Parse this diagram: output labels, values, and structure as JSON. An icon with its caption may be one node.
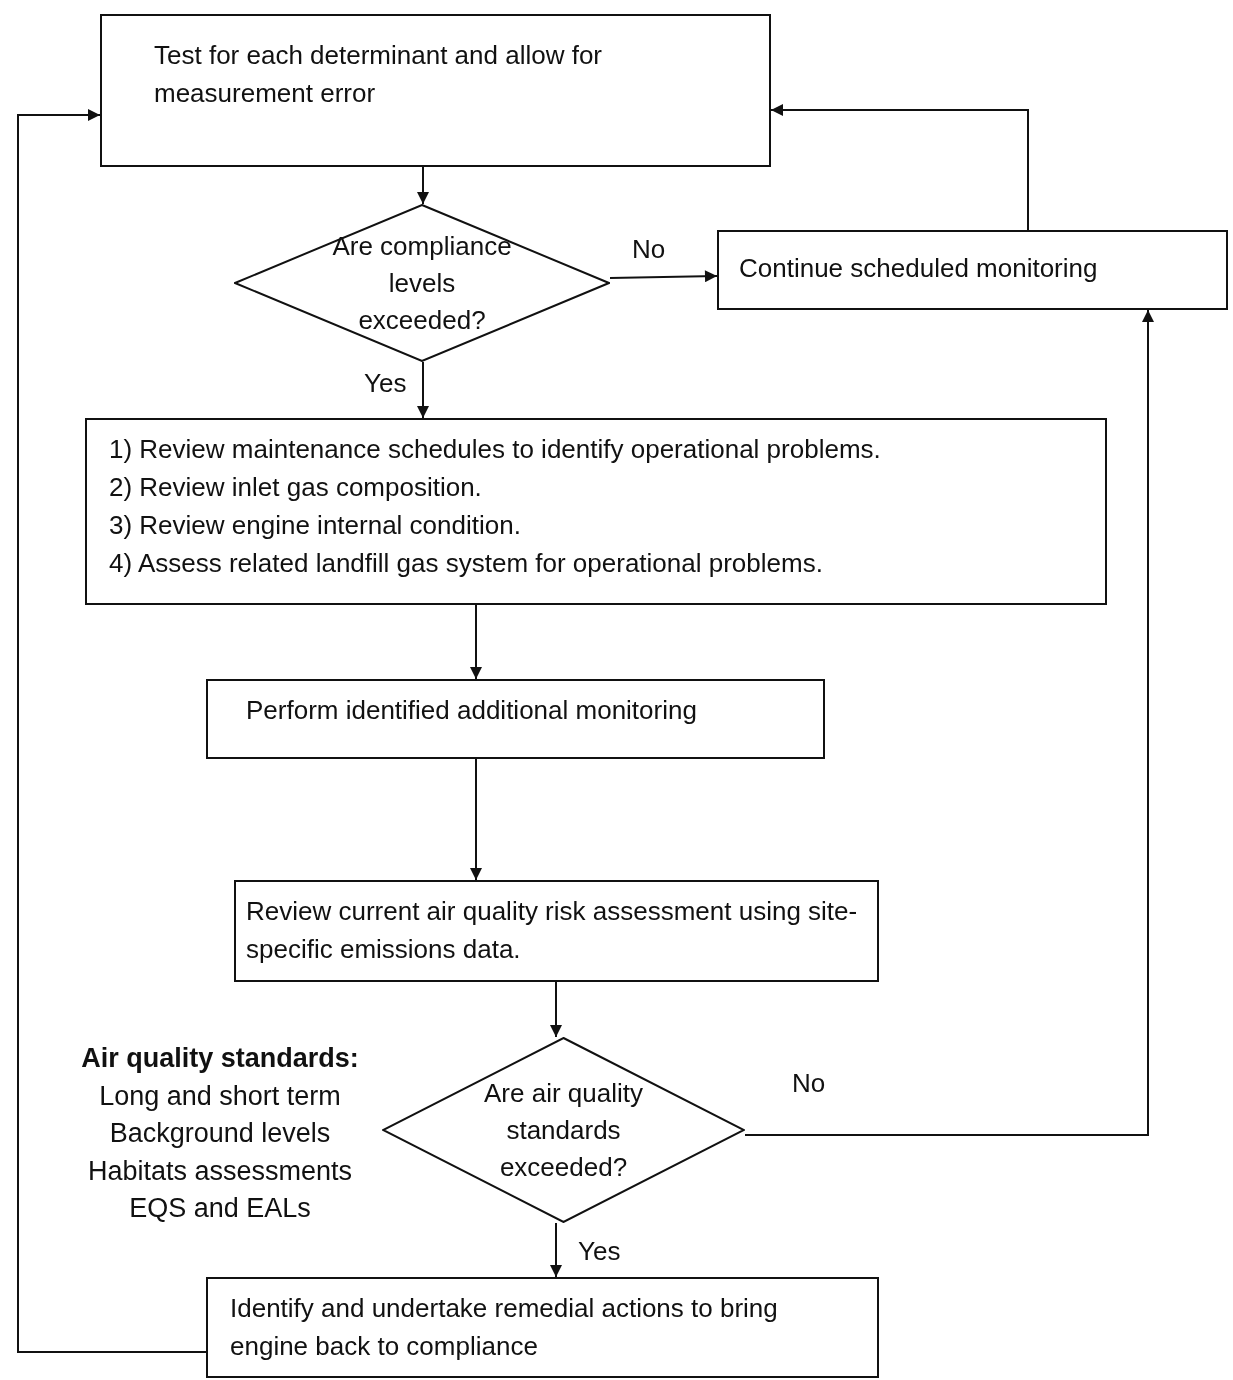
{
  "diagram": {
    "nodes": [
      {
        "text": [
          "Test for each determinant and allow for measurement error"
        ]
      },
      {
        "text": [
          "Are compliance levels exceeded?"
        ]
      },
      {
        "text": [
          "Continue scheduled monitoring"
        ]
      },
      {
        "text": [
          "1) Review maintenance schedules to identify operational problems.",
          "2) Review inlet gas composition.",
          "3) Review engine internal condition.",
          "4) Assess related landfill gas system for operational problems."
        ]
      },
      {
        "text": [
          "Perform identified additional monitoring"
        ]
      },
      {
        "text": [
          "Review current air quality risk assessment using site-specific emissions data."
        ]
      },
      {
        "text": [
          "Are air quality standards exceeded?"
        ]
      },
      {
        "text": [
          "Identify and undertake remedial actions to bring engine back to compliance"
        ]
      }
    ],
    "edges": [
      {
        "from": 0,
        "to": 1,
        "arrow": "to"
      },
      {
        "from": 1,
        "to": 2,
        "arrow": "to",
        "label": "No"
      },
      {
        "from": 1,
        "to": 3,
        "arrow": "to",
        "label": "Yes"
      },
      {
        "from": 2,
        "to": 0,
        "arrow": "to"
      },
      {
        "from": 3,
        "to": 4,
        "arrow": "to"
      },
      {
        "from": 4,
        "to": 5,
        "arrow": "to"
      },
      {
        "from": 5,
        "to": 6,
        "arrow": "to"
      },
      {
        "from": 6,
        "to": 2,
        "arrow": "to",
        "label": "No"
      },
      {
        "from": 6,
        "to": 7,
        "arrow": "to",
        "label": "Yes"
      },
      {
        "from": 7,
        "to": 0,
        "arrow": "to"
      }
    ],
    "labels": [
      "Air quality standards:",
      "Long and short term",
      "Background levels",
      "Habitats assessments",
      "EQS and EALs"
    ]
  }
}
